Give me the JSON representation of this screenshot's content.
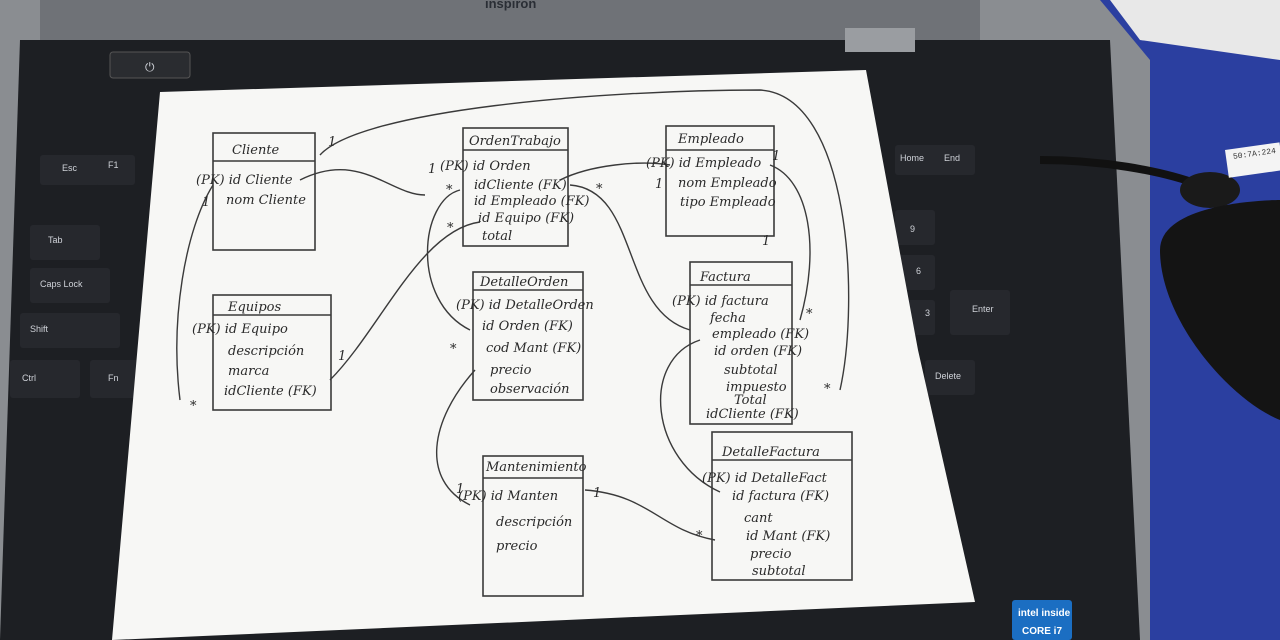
{
  "laptop": {
    "brand": "inspiron",
    "keys": [
      "Esc",
      "F1",
      "Tab",
      "Caps Lock",
      "Shift",
      "Ctrl",
      "Fn",
      "Home",
      "End",
      "9",
      "6",
      "3",
      "Enter",
      "Delete"
    ],
    "sticker": "intel inside",
    "sticker_sub": "CORE i7",
    "tag": "50:7A:224"
  },
  "diagram": {
    "entities": [
      {
        "id": "cliente",
        "title": "Cliente",
        "fields": [
          "(PK) id Cliente",
          "nom Cliente"
        ]
      },
      {
        "id": "equipos",
        "title": "Equipos",
        "fields": [
          "(PK) id Equipo",
          "descripción",
          "marca",
          "idCliente (FK)"
        ]
      },
      {
        "id": "orden",
        "title": "OrdenTrabajo",
        "fields": [
          "(PK) id Orden",
          "idCliente (FK)",
          "id Empleado (FK)",
          "id Equipo (FK)",
          "total"
        ]
      },
      {
        "id": "detalleorden",
        "title": "DetalleOrden",
        "fields": [
          "(PK) id DetalleOrden",
          "id Orden (FK)",
          "cod Mant (FK)",
          "precio",
          "observación"
        ]
      },
      {
        "id": "empleado",
        "title": "Empleado",
        "fields": [
          "(PK) id Empleado",
          "nom Empleado",
          "tipo Empleado"
        ]
      },
      {
        "id": "factura",
        "title": "Factura",
        "fields": [
          "(PK) id factura",
          "fecha",
          "empleado (FK)",
          "id orden (FK)",
          "subtotal",
          "impuesto",
          "Total",
          "idCliente (FK)"
        ]
      },
      {
        "id": "mantenimiento",
        "title": "Mantenimiento",
        "fields": [
          "(PK) id Manten",
          "descripción",
          "precio"
        ]
      },
      {
        "id": "detallefactura",
        "title": "DetalleFactura",
        "fields": [
          "(PK) id DetalleFact",
          "id factura (FK)",
          "cant",
          "id Mant (FK)",
          "precio",
          "subtotal"
        ]
      }
    ],
    "cardinalities": [
      "1",
      "1",
      "*",
      "1",
      "*",
      "1",
      "*",
      "1",
      "*",
      "1",
      "*",
      "1",
      "*",
      "1",
      "*",
      "1",
      "*"
    ]
  }
}
